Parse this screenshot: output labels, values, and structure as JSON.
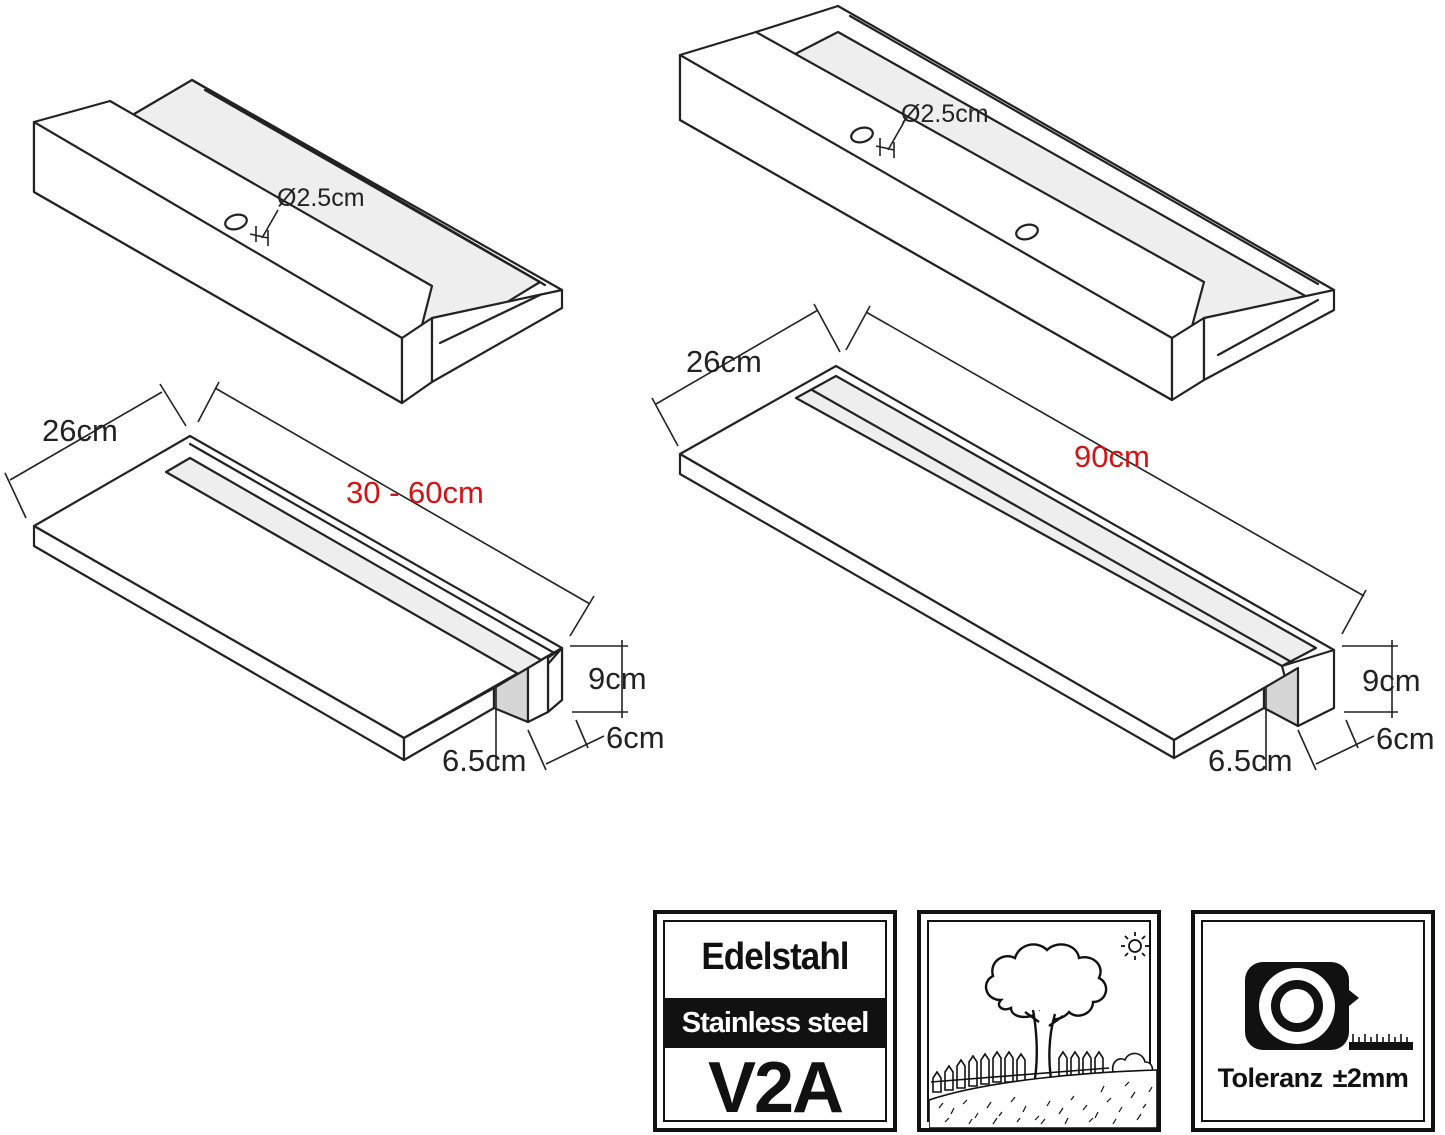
{
  "products": [
    {
      "hole_label": "Ø2.5cm",
      "width_label": "26cm",
      "length_label": "30 - 60cm",
      "height_label": "9cm",
      "lip_label": "6.5cm",
      "depth_label": "6cm"
    },
    {
      "hole_label": "Ø2.5cm",
      "width_label": "26cm",
      "length_label": "90cm",
      "height_label": "9cm",
      "lip_label": "6.5cm",
      "depth_label": "6cm"
    }
  ],
  "badges": {
    "material": {
      "title": "Edelstahl",
      "subtitle": "Stainless steel",
      "grade": "V2A"
    },
    "outdoor": {
      "icon": "tree-sun-fence-icon"
    },
    "tolerance": {
      "icon": "tape-measure-icon",
      "label": "Toleranz",
      "value": "±2mm"
    }
  },
  "colors": {
    "accent_red": "#d21414",
    "line": "#222222",
    "face_grey": "#eeeeee"
  }
}
